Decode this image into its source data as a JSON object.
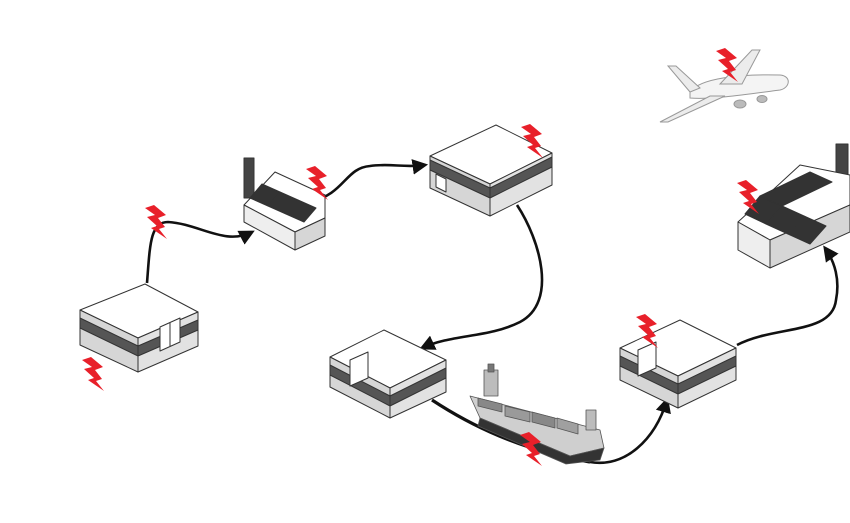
{
  "diagram": {
    "kind": "supply-chain-disruption-flow",
    "nodes": [
      {
        "id": "warehouse-origin",
        "icon": "warehouse-icon",
        "disruption": true
      },
      {
        "id": "factory-1",
        "icon": "factory-icon",
        "disruption": true
      },
      {
        "id": "distribution-center",
        "icon": "warehouse-icon",
        "disruption": true
      },
      {
        "id": "warehouse-port-origin",
        "icon": "warehouse-icon",
        "disruption": false
      },
      {
        "id": "cargo-ship",
        "icon": "container-ship-icon",
        "disruption": true
      },
      {
        "id": "warehouse-port-destination",
        "icon": "warehouse-icon",
        "disruption": true
      },
      {
        "id": "factory-2",
        "icon": "factory-icon",
        "disruption": true
      },
      {
        "id": "airplane",
        "icon": "airplane-icon",
        "disruption": true
      }
    ],
    "edges": [
      [
        "warehouse-origin",
        "factory-1"
      ],
      [
        "factory-1",
        "distribution-center"
      ],
      [
        "distribution-center",
        "warehouse-port-origin"
      ],
      [
        "warehouse-port-origin",
        "cargo-ship"
      ],
      [
        "cargo-ship",
        "warehouse-port-destination"
      ],
      [
        "warehouse-port-destination",
        "factory-2"
      ]
    ],
    "colors": {
      "disruption": "#e8202a",
      "arrow": "#111111",
      "roof": "#ffffff",
      "band": "#555555",
      "wall": "#d6d6d6",
      "factory_roof": "#333333",
      "outline": "#333333"
    }
  }
}
